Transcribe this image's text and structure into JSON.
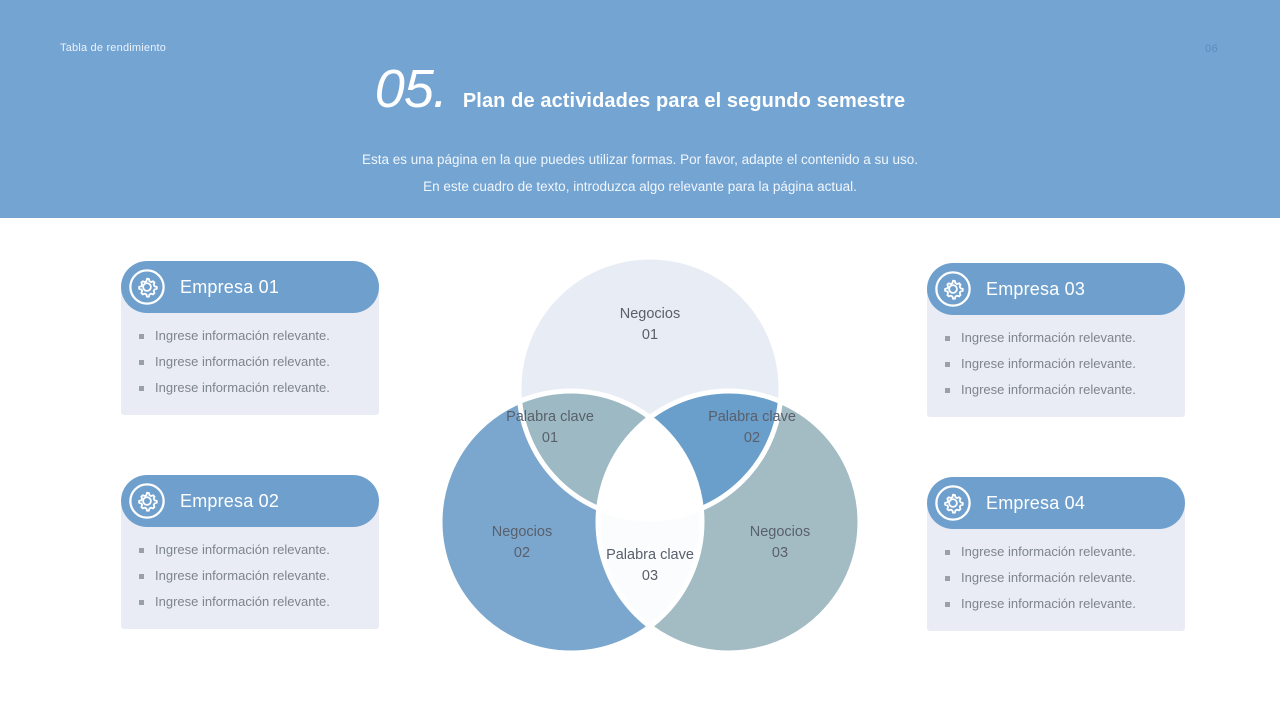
{
  "header": {
    "kicker": "Tabla de rendimiento",
    "page_number": "06",
    "title_number": "05.",
    "title_text": "Plan de actividades para el segundo semestre",
    "subtitle_line1": "Esta es una página en la que puedes utilizar formas. Por favor, adapte el contenido a su uso.",
    "subtitle_line2": "En este cuadro de texto, introduzca algo relevante para la página actual.",
    "background_color": "#74a4d2"
  },
  "cards": [
    {
      "label": "Empresa 01",
      "icon": "gear-icon",
      "bullets": [
        "Ingrese información relevante.",
        "Ingrese información relevante.",
        "Ingrese información relevante."
      ]
    },
    {
      "label": "Empresa 02",
      "icon": "gear-icon",
      "bullets": [
        "Ingrese información relevante.",
        "Ingrese información relevante.",
        "Ingrese información relevante."
      ]
    },
    {
      "label": "Empresa 03",
      "icon": "gear-icon",
      "bullets": [
        "Ingrese información relevante.",
        "Ingrese información relevante.",
        "Ingrese información relevante."
      ]
    },
    {
      "label": "Empresa 04",
      "icon": "gear-icon",
      "bullets": [
        "Ingrese información relevante.",
        "Ingrese información relevante.",
        "Ingrese información relevante."
      ]
    }
  ],
  "venn": {
    "type": "venn-3-circle",
    "regions": [
      {
        "id": "top",
        "name": "Negocios 01",
        "line1": "Negocios",
        "line2": "01",
        "color": "#e8ecf4"
      },
      {
        "id": "left",
        "name": "Negocios 02",
        "line1": "Negocios",
        "line2": "02",
        "color": "#7ba7cf"
      },
      {
        "id": "right",
        "name": "Negocios 03",
        "line1": "Negocios",
        "line2": "03",
        "color": "#a3bcc4"
      },
      {
        "id": "overlap1",
        "name": "Palabra clave 01",
        "line1": "Palabra clave",
        "line2": "01",
        "color": "#9dbac4"
      },
      {
        "id": "overlap2",
        "name": "Palabra clave 02",
        "line1": "Palabra clave",
        "line2": "02",
        "color": "#6a9ecb"
      },
      {
        "id": "overlap3",
        "name": "Palabra clave 03",
        "line1": "Palabra clave",
        "line2": "03",
        "color": "#f2f4f9"
      }
    ]
  },
  "theme": {
    "pill_color": "#6fa0cd",
    "card_body_color": "#e9ecf4",
    "bullet_color": "#9aa0a8",
    "body_text_color": "#7e848c",
    "slide_background": "#ffffff"
  }
}
